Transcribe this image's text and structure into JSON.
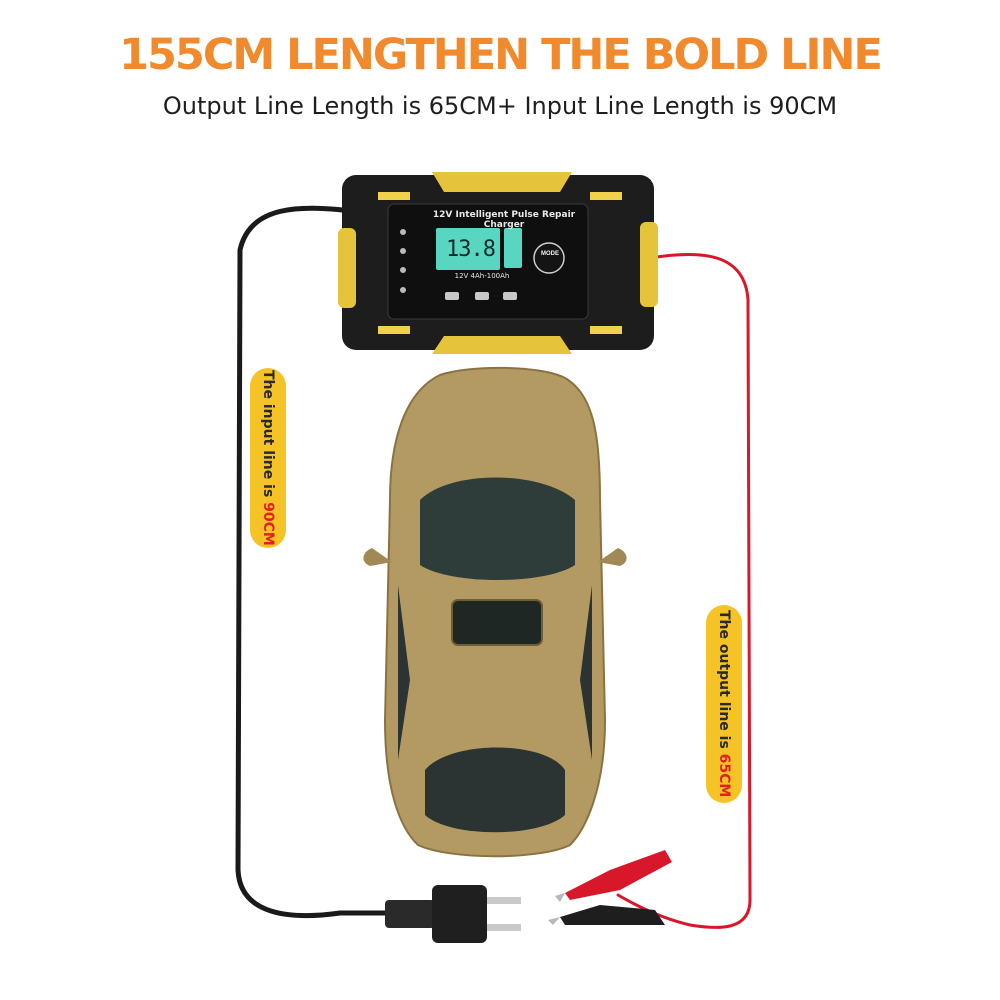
{
  "header": {
    "headline": "155CM LENGTHEN THE BOLD LINE",
    "subtitle": "Output Line Length is 65CM+ Input Line Length is 90CM"
  },
  "charger": {
    "panel_title": "12V Intelligent Pulse Repair Charger",
    "display_value": "13.8",
    "spec": "12V 4Ah-100Ah",
    "mode_label": "MODE"
  },
  "labels": {
    "input_prefix": "The input line is ",
    "input_length": "90CM",
    "output_prefix": "The output line is ",
    "output_length": "65CM"
  },
  "colors": {
    "headline": "#f08a2c",
    "pill": "#f6c326",
    "highlight": "#e02020",
    "input_cable": "#1a1a1a",
    "output_cable": "#d8182a",
    "car_body": "#b39a62",
    "charger_accent": "#e5c33a"
  },
  "icons": [
    "plug-icon",
    "clamp-icon",
    "car-image",
    "charger-device"
  ]
}
